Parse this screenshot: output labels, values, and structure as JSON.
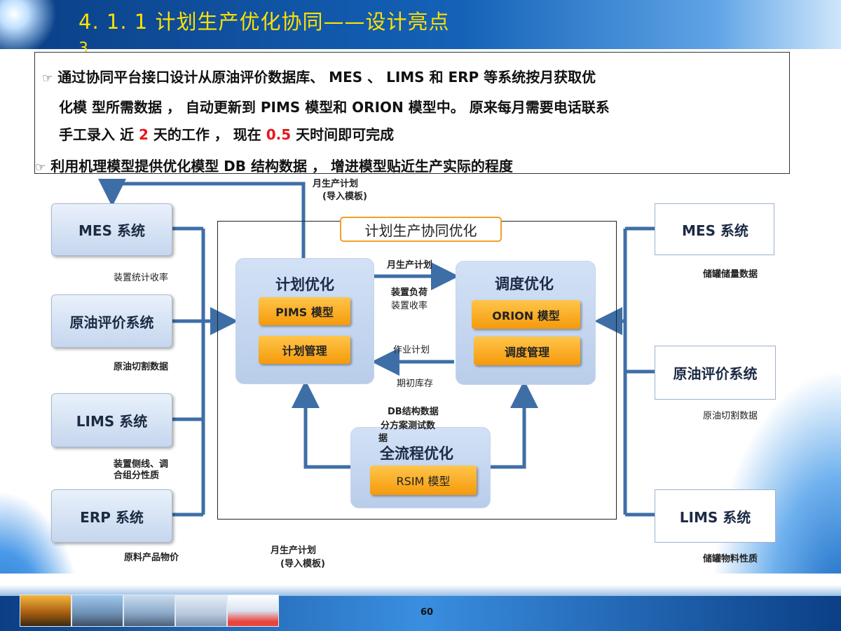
{
  "slide": {
    "title": "4. 1. 1   计划生产优化协同——设计亮点",
    "title_num": "3",
    "page_number": "60"
  },
  "bullets": [
    {
      "icon": "pointing-hand-icon",
      "line1": "通过协同平台接口设计从原油评价数据库、  MES 、  LIMS 和 ERP 等系统按月获取优",
      "line2": "化模   型所需数据 ， 自动更新到 PIMS 模型和 ORION 模型中。 原来每月需要电话联系",
      "line3_a": "手工录入   近 ",
      "line3_red1": "2",
      "line3_b": " 天的工作 ， 现在 ",
      "line3_red2": "0.5",
      "line3_c": " 天时间即可完成"
    },
    {
      "icon": "pointing-hand-icon",
      "text": "利用机理模型提供优化模型 DB 结构数据 ， 增进模型贴近生产实际的程度"
    }
  ],
  "left_systems": [
    {
      "name": "MES 系统",
      "label": "装置统计收率"
    },
    {
      "name": "原油评价系统",
      "label": "原油切割数据"
    },
    {
      "name": "LIMS 系统",
      "label": "装置侧线、调\n合组分性质"
    },
    {
      "name": "ERP 系统",
      "label": "原料产品物价"
    }
  ],
  "right_systems": [
    {
      "name": "MES 系统",
      "label": "储罐储量数据"
    },
    {
      "name": "原油评价系统",
      "label": "原油切割数据"
    },
    {
      "name": "LIMS 系统",
      "label": "储罐物料性质"
    }
  ],
  "platform": {
    "title": "计划生产协同优化",
    "plan_opt": {
      "title": "计划优化",
      "btn1": "PIMS 模型",
      "btn2": "计划管理"
    },
    "dispatch_opt": {
      "title": "调度优化",
      "btn1": "ORION 模型",
      "btn2": "调度管理"
    },
    "full_opt": {
      "title": "全流程优化",
      "btn1": "RSIM 模型"
    }
  },
  "flow_labels": {
    "top_monthly_plan": "月生产计划",
    "top_import": "(导入模板)",
    "mid_monthly_plan": "月生产计划",
    "mid_load": "装置负荷",
    "mid_yield": "装置收率",
    "work_plan": "作业计划",
    "initial_stock": "期初库存",
    "db_struct": "DB结构数据",
    "scheme_test": "分方案测试数",
    "scheme_test2": "据",
    "bottom_monthly_plan": "月生产计划",
    "bottom_import": "(导入模板)"
  },
  "colors": {
    "header_blue": "#0b3f86",
    "title_yellow": "#ffe100",
    "arrow_blue": "#3e6ea6",
    "highlight_red": "#e8161c",
    "button_orange": "#f59a0b",
    "platform_border_orange": "#f0a02a"
  }
}
